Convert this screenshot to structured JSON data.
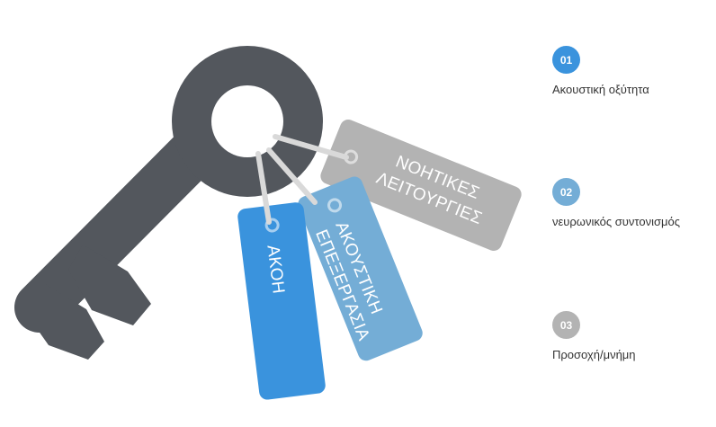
{
  "tags": {
    "akoi": {
      "label": "ΑΚΟΗ",
      "color": "#3a93dd"
    },
    "processing": {
      "line1": "ΑΚΟΥΣΤΙΚΗ",
      "line2": "ΕΠΕΞΕΡΓΑΣΙΑ",
      "color": "#74add6"
    },
    "cognitive": {
      "line1": "ΝΟΗΤΙΚΕΣ",
      "line2": "ΛΕΙΤΟΥΡΓΙΕΣ",
      "color": "#b3b3b3"
    }
  },
  "key": {
    "color": "#53575d"
  },
  "legend": [
    {
      "number": "01",
      "label": "Ακουστική οξύτητα",
      "color": "#3a93dd"
    },
    {
      "number": "02",
      "label": "νευρωνικός συντονισμός",
      "color": "#74add6"
    },
    {
      "number": "03",
      "label": "Προσοχή/μνήμη",
      "color": "#b3b3b3"
    }
  ]
}
